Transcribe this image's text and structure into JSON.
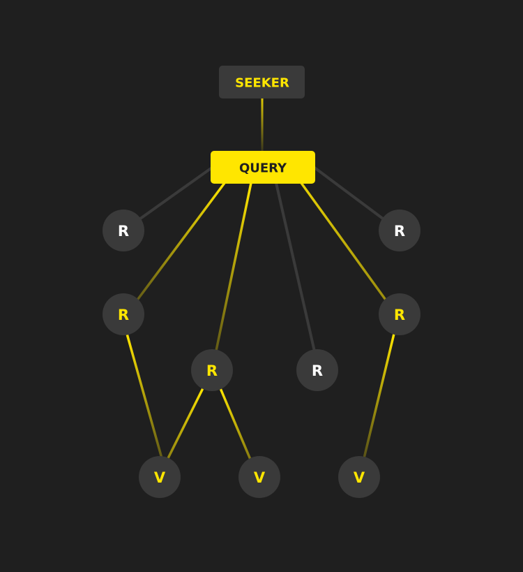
{
  "colors": {
    "background": "#1f1f1f",
    "node_fill": "#3a3a3a",
    "accent": "#ffe600",
    "inactive_edge": "#3a3a3a",
    "dark_text": "#1f1f1f",
    "light_text": "#ffffff"
  },
  "nodes": {
    "seeker": {
      "label": "SEEKER",
      "active": true
    },
    "query": {
      "label": "QUERY",
      "active": true
    },
    "r_top_left": {
      "label": "R",
      "active": false
    },
    "r_top_right": {
      "label": "R",
      "active": false
    },
    "r_mid_left": {
      "label": "R",
      "active": true
    },
    "r_mid_right": {
      "label": "R",
      "active": true
    },
    "r_center": {
      "label": "R",
      "active": true
    },
    "r_center_right": {
      "label": "R",
      "active": false
    },
    "v_left": {
      "label": "V",
      "active": true
    },
    "v_middle": {
      "label": "V",
      "active": true
    },
    "v_right": {
      "label": "V",
      "active": true
    }
  }
}
